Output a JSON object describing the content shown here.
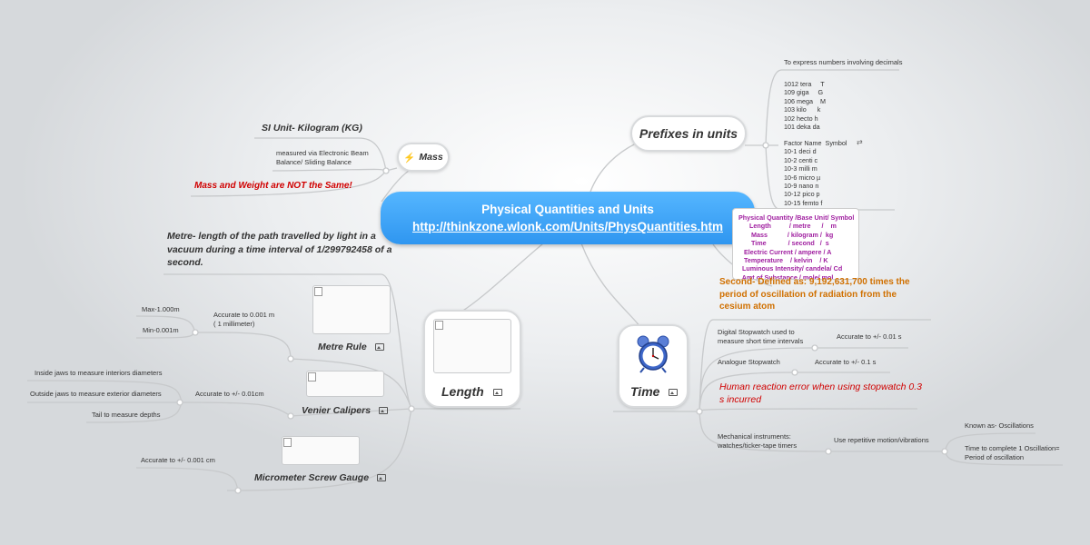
{
  "central": {
    "title": "Physical Quantities and Units",
    "link": "http://thinkzone.wlonk.com/Units/PhysQuantities.htm"
  },
  "mass": {
    "label": "Mass",
    "si_unit": "SI Unit- Kilogram (KG)",
    "measured": "measured via Electronic Beam\nBalance/ Sliding Balance",
    "warning": "Mass and Weight are NOT the Same!"
  },
  "prefixes": {
    "label": "Prefixes in units",
    "intro": "To express numbers involving decimals",
    "large": "1012 tera     T\n109 giga     G\n106 mega    M\n103 kilo      k\n102 hecto h\n101 deka da",
    "small": "Factor Name  Symbol\n10-1 deci d\n10-2 centi c\n10-3 milli m\n10-6 micro µ\n10-9 nano n\n10-12 pico p\n10-15 femto f"
  },
  "si_table": "Physical Quantity /Base Unit/ Symbol\n      Length          / metre      /    m\n       Mass           / kilogram /  kg\n       Time            / second   /  s\n   Electric Current / ampere / A\n   Temperature    / kelvin    / K\n  Luminous Intensity/ candela/ Cd\n  Amt of Substance / mole/ mol",
  "length": {
    "label": "Length",
    "metre_def": "Metre- length of the path travelled by light in a vacuum during a time interval of 1/299792458 of a second.",
    "metre_rule": {
      "label": "Metre Rule",
      "accuracy": "Accurate to 0.001 m\n( 1 millimeter)",
      "max": "Max-1.000m",
      "min": "Min-0.001m"
    },
    "calipers": {
      "label": "Venier Calipers",
      "accuracy": "Accurate to +/- 0.01cm",
      "uses": [
        "Inside jaws to measure interiors diameters",
        "Outside jaws to measure exterior diameters",
        "Tail to measure depths"
      ]
    },
    "micrometer": {
      "label": "Micrometer Screw Gauge",
      "accuracy": "Accurate to +/- 0.001 cm"
    }
  },
  "time": {
    "label": "Time",
    "second_def": "Second- Defined as: 9,192,631,700 times the period of oscillation of radiation from the cesium atom",
    "digital": "Digital Stopwatch used to\nmeasure short time intervals",
    "digital_acc": "Accurate to +/- 0.01 s",
    "analogue": "Analogue Stopwatch",
    "analogue_acc": "Accurate to +/- 0.1 s",
    "human_error": "Human reaction error when using stopwatch 0.3 s incurred",
    "mechanical": "Mechanical instruments:\nwatches/ticker-tape timers",
    "repetitive": "Use repetitive motion/vibrations",
    "oscillations": "Known as- Oscillations",
    "period": "Time to complete 1 Oscillation=\nPeriod of oscillation"
  },
  "colors": {
    "central": "#3aa3f5",
    "warning": "#d00000",
    "second_def": "#d07000",
    "si_table": "#a020a0",
    "connector": "#c4c6c8"
  }
}
